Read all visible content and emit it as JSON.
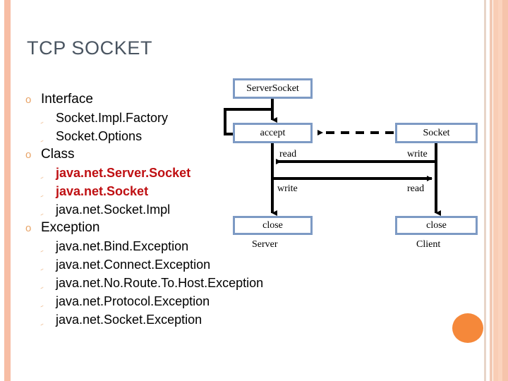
{
  "slide": {
    "title": "TCP SOCKET",
    "title_color": "#4a5561",
    "background": "#ffffff",
    "accent_stripe_color": "#f7bda4",
    "accent_dot_color": "#f5883a"
  },
  "bullets": [
    {
      "level": 1,
      "marker": "o",
      "text": "Interface",
      "highlight": false
    },
    {
      "level": 2,
      "marker": "ࣦ",
      "text": "Socket.Impl.Factory",
      "highlight": false
    },
    {
      "level": 2,
      "marker": "ࣦ",
      "text": "Socket.Options",
      "highlight": false
    },
    {
      "level": 1,
      "marker": "o",
      "text": "Class",
      "highlight": false
    },
    {
      "level": 2,
      "marker": "ࣦ",
      "text": "java.net.Server.Socket",
      "highlight": true
    },
    {
      "level": 2,
      "marker": "ࣦ",
      "text": "java.net.Socket",
      "highlight": true
    },
    {
      "level": 2,
      "marker": "ࣦ",
      "text": "java.net.Socket.Impl",
      "highlight": false
    },
    {
      "level": 1,
      "marker": "o",
      "text": "Exception",
      "highlight": false
    },
    {
      "level": 2,
      "marker": "ࣦ",
      "text": "java.net.Bind.Exception",
      "highlight": false
    },
    {
      "level": 2,
      "marker": "ࣦ",
      "text": "java.net.Connect.Exception",
      "highlight": false
    },
    {
      "level": 2,
      "marker": "ࣦ",
      "text": "java.net.No.Route.To.Host.Exception",
      "highlight": false
    },
    {
      "level": 2,
      "marker": "ࣦ",
      "text": "java.net.Protocol.Exception",
      "highlight": false
    },
    {
      "level": 2,
      "marker": "ࣦ",
      "text": "java.net.Socket.Exception",
      "highlight": false
    }
  ],
  "diagram": {
    "border_color": "#7d9ac4",
    "line_color": "#000000",
    "boxes": {
      "server_socket": "ServerSocket",
      "accept": "accept",
      "socket": "Socket",
      "close_server": "close",
      "close_client": "close"
    },
    "labels": {
      "read_left": "read",
      "write_right": "write",
      "write_left": "write",
      "read_right": "read",
      "server": "Server",
      "client": "Client"
    }
  }
}
